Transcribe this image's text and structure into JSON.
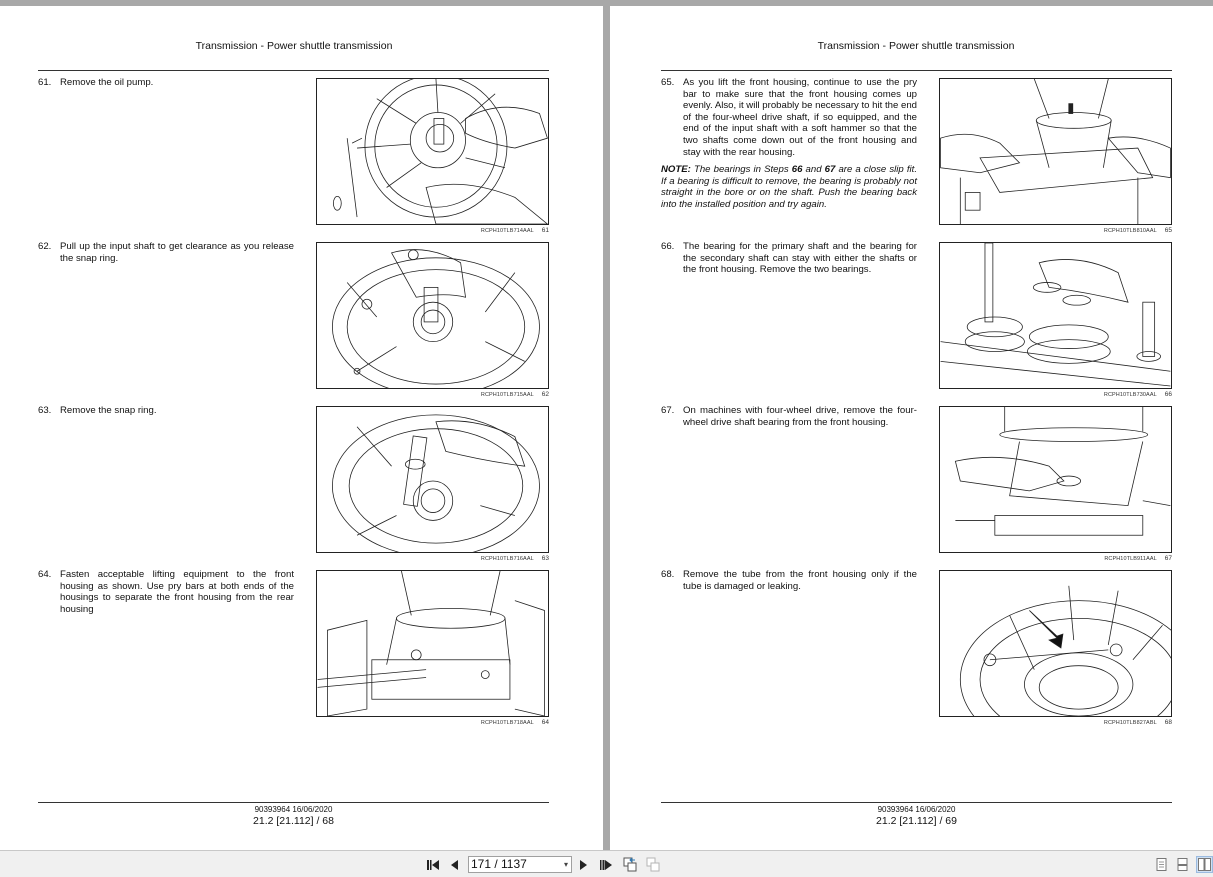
{
  "left_page": {
    "header": "Transmission - Power shuttle transmission",
    "steps": [
      {
        "num": "61.",
        "text": "Remove the oil pump.",
        "figure_code": "RCPH10TLB714AAL",
        "figure_num": "61"
      },
      {
        "num": "62.",
        "text": "Pull up the input shaft to get clearance as you release the snap ring.",
        "figure_code": "RCPH10TLB715AAL",
        "figure_num": "62"
      },
      {
        "num": "63.",
        "text": "Remove the snap ring.",
        "figure_code": "RCPH10TLB716AAL",
        "figure_num": "63"
      },
      {
        "num": "64.",
        "text": "Fasten acceptable lifting equipment to the front housing as shown. Use pry bars at both ends of the housings to separate the front housing from the rear housing",
        "figure_code": "RCPH10TLB718AAL",
        "figure_num": "64"
      }
    ],
    "footer": {
      "doc": "90393964 16/06/2020",
      "page": "21.2 [21.112] / 68"
    }
  },
  "right_page": {
    "header": "Transmission - Power shuttle transmission",
    "steps": [
      {
        "num": "65.",
        "text": "As you lift the front housing, continue to use the pry bar to make sure that the front housing comes up evenly. Also, it will probably be necessary to hit the end of the four-wheel drive shaft, if so equipped, and the end of the input shaft with a soft hammer so that the two shafts come down out of the front housing and stay with the rear housing.",
        "figure_code": "RCPH10TLB810AAL",
        "figure_num": "65"
      },
      {
        "num": "66.",
        "text": "The bearing for the primary shaft and the bearing for the secondary shaft can stay with either the shafts or the front housing. Remove the two bearings.",
        "figure_code": "RCPH10TLB730AAL",
        "figure_num": "66"
      },
      {
        "num": "67.",
        "text": "On machines with four-wheel drive, remove the four-wheel drive shaft bearing from the front housing.",
        "figure_code": "RCPH10TLB911AAL",
        "figure_num": "67"
      },
      {
        "num": "68.",
        "text": "Remove the tube from the front housing only if the tube is damaged or leaking.",
        "figure_code": "RCPH10TLB827ABL",
        "figure_num": "68"
      }
    ],
    "note": {
      "label": "NOTE:",
      "part1": " The bearings in Steps ",
      "step_a": "66",
      "part2": " and ",
      "step_b": "67",
      "part3": " are a close slip fit. If a bearing is difficult to remove, the bearing is probably not straight in the bore or on the shaft.  Push the bearing back into the installed position and try again."
    },
    "footer": {
      "doc": "90393964 16/06/2020",
      "page": "21.2 [21.112] / 69"
    }
  },
  "toolbar": {
    "page_field": "171 / 1137",
    "buttons": [
      "first-page",
      "previous-page",
      "next-page",
      "last-page",
      "previous-view",
      "next-view"
    ],
    "view_modes": [
      "single-page",
      "continuous",
      "facing-pages"
    ],
    "active_view_mode": "facing-pages"
  },
  "colors": {
    "background": "#a8a8a8",
    "toolbar": "#f0f0f0",
    "active_view": "#cfe0f3"
  }
}
